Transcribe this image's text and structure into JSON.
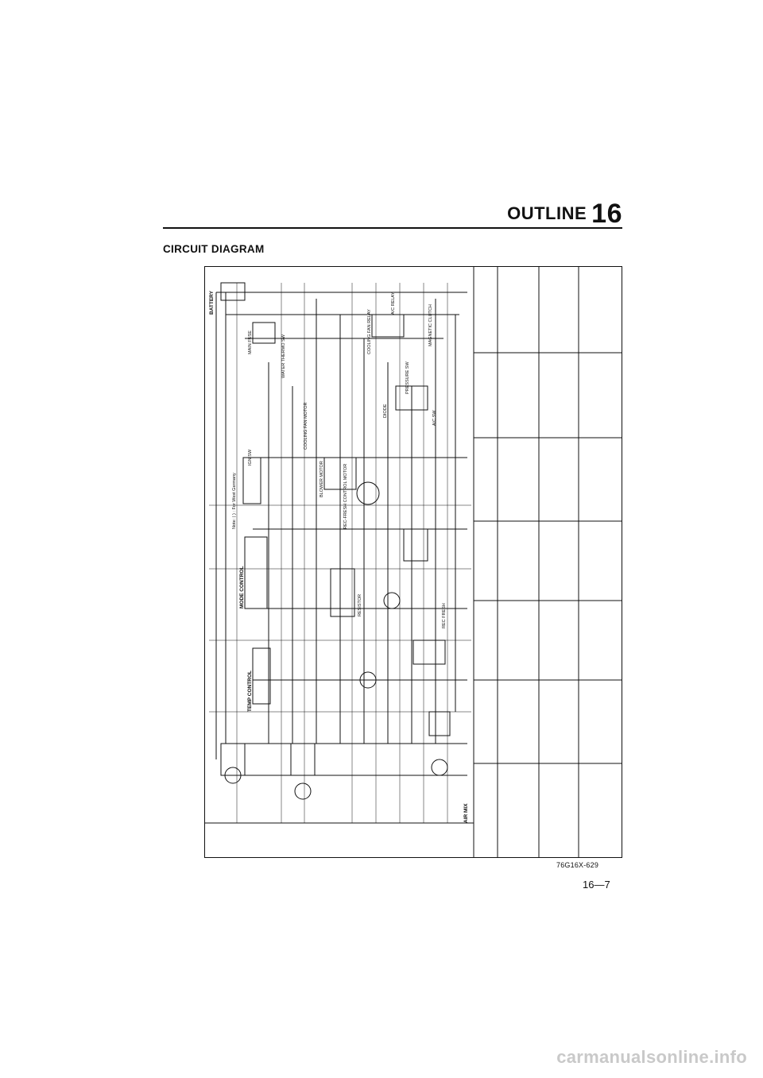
{
  "header": {
    "title_word": "OUTLINE",
    "title_number": "16"
  },
  "section_title": "CIRCUIT DIAGRAM",
  "diagram": {
    "labels": {
      "battery": "BATTERY",
      "main_fuse": "MAIN FUSE",
      "ign_sw": "IGN SW",
      "mode_control": "MODE CONTROL",
      "temp_control": "TEMP CONTROL",
      "blower_motor": "BLOWER MOTOR",
      "cooling_fan_relay": "COOLING FAN RELAY",
      "water_thermo_sw": "WATER THERMO SW",
      "cooling_fan_motor": "COOLING FAN MOTOR",
      "rec_fresh_motor": "REC-FRESH CONTROL MOTOR",
      "magnetic_clutch": "MAGNETIC CLUTCH",
      "resistor": "RESISTOR",
      "pressure_sw": "PRESSURE SW",
      "ac_relay": "A/C RELAY",
      "ac_sw": "A/C SW",
      "air_mix": "AIR MIX",
      "rec_fresh": "REC FRESH",
      "diode": "DIODE",
      "note": "Note: ( ) : For West Germany"
    }
  },
  "figure_ref": "76G16X-629",
  "page_number": "16—7",
  "footer": "carmanualsonline.info"
}
